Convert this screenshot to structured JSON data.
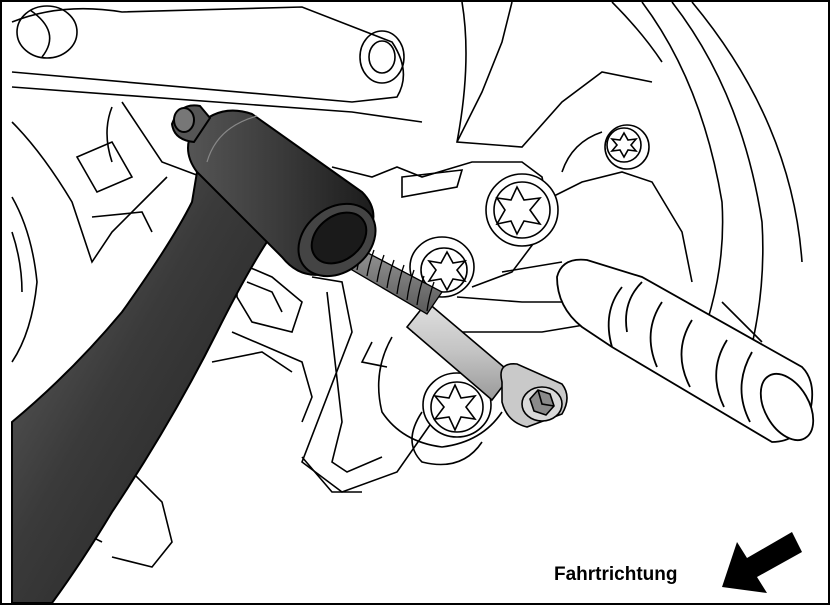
{
  "caption": {
    "direction_label": "Fahrtrichtung"
  },
  "icons": {
    "direction": "arrow-left-down-icon",
    "tube": "gear-lever-tube",
    "bolt": "socket-head-bolt",
    "footpeg": "shift-peg",
    "torx": "torx-screw"
  },
  "colors": {
    "line": "#000000",
    "background": "#ffffff",
    "tube_dark": "#2b2b2b",
    "tube_light": "#6b6b6b",
    "bolt_grey": "#bdbdbd"
  }
}
